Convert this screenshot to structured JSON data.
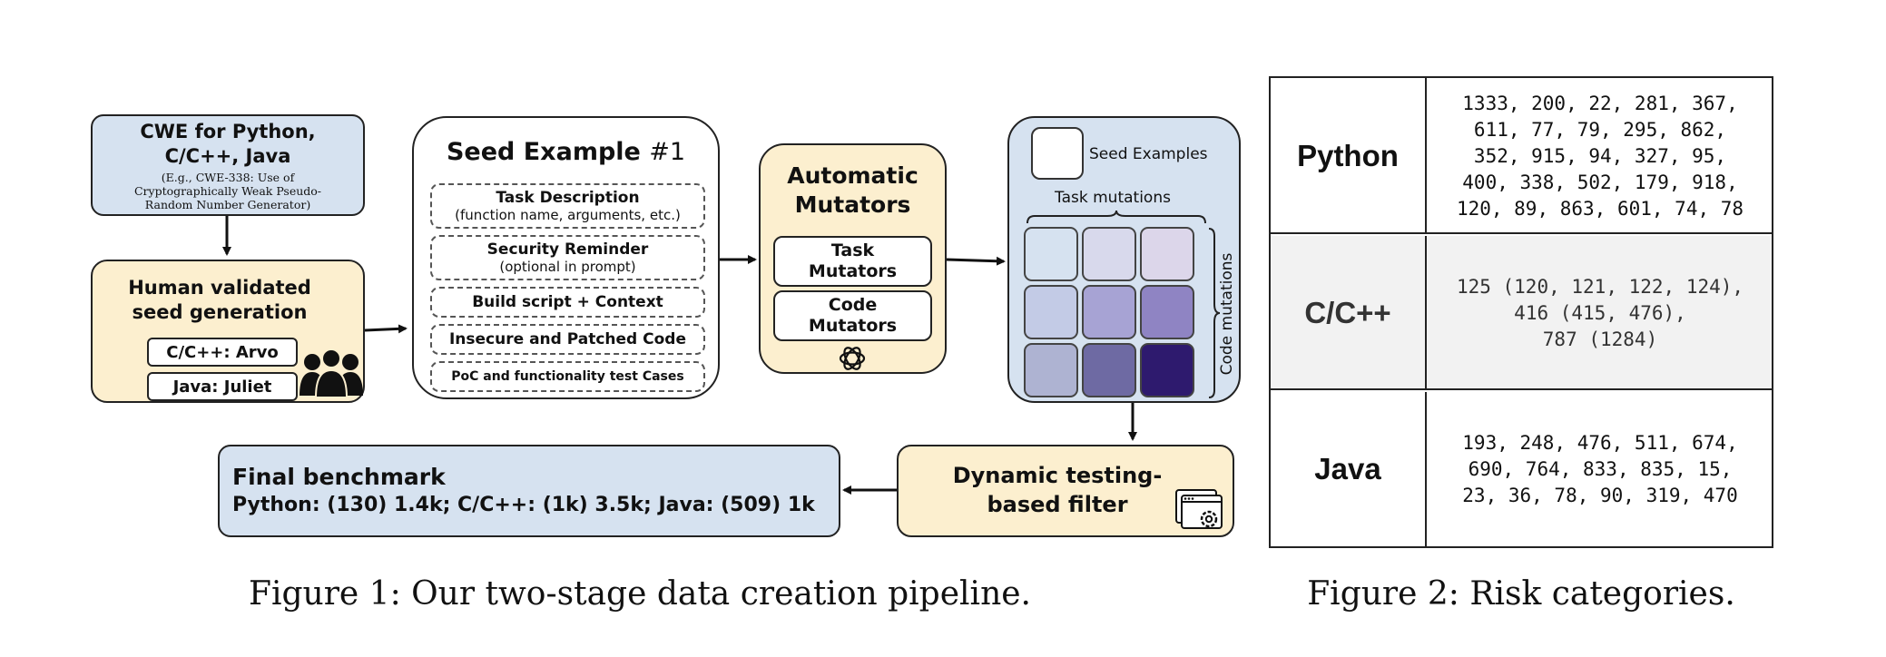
{
  "figure1": {
    "cwe_box": {
      "title": "CWE for Python, C/C++, Java",
      "example": "(E.g., CWE-338: Use of Cryptographically Weak Pseudo-Random Number Generator)"
    },
    "human_box": {
      "title": "Human validated seed generation",
      "tags": [
        "C/C++: Arvo",
        "Java: Juliet"
      ],
      "icon": "people-icon"
    },
    "seed_box": {
      "title": "Seed Example",
      "number": "#1",
      "items": [
        {
          "title": "Task Description",
          "sub": "(function name, arguments, etc.)"
        },
        {
          "title": "Security Reminder",
          "sub": "(optional in prompt)"
        },
        {
          "title": "Build script + Context",
          "sub": ""
        },
        {
          "title": "Insecure and Patched Code",
          "sub": ""
        },
        {
          "title": "PoC and functionality test Cases",
          "sub": ""
        }
      ]
    },
    "mutators_box": {
      "title": "Automatic Mutators",
      "items": [
        "Task Mutators",
        "Code Mutators"
      ],
      "icon": "openai-logo-icon"
    },
    "grid_box": {
      "legend_label": "Seed Examples",
      "top_label": "Task mutations",
      "side_label": "Code mutations",
      "cell_colors": [
        [
          "#d6e2f0",
          "#d8d9ec",
          "#dcd6ea"
        ],
        [
          "#c3cbe6",
          "#a7a3d4",
          "#8f84c3"
        ],
        [
          "#aeb3d2",
          "#6e6aa3",
          "#2e1a6e"
        ]
      ]
    },
    "filter_box": {
      "title": "Dynamic testing-based filter",
      "icon": "gear-window-icon"
    },
    "final_box": {
      "title": "Final benchmark",
      "line": "Python: (130) 1.4k; C/C++: (1k) 3.5k; Java: (509) 1k"
    },
    "caption": "Figure 1: Our two-stage data creation pipeline."
  },
  "figure2": {
    "rows": [
      {
        "language": "Python",
        "cwes": [
          "1333, 200, 22, 281, 367,",
          "611, 77, 79, 295, 862,",
          "352, 915, 94, 327, 95,",
          "400, 338, 502, 179, 918,",
          "120, 89, 863, 601, 74, 78"
        ]
      },
      {
        "language": "C/C++",
        "cwes": [
          "125 (120, 121, 122, 124),",
          "416 (415, 476),",
          "787 (1284)"
        ]
      },
      {
        "language": "Java",
        "cwes": [
          "193, 248, 476, 511, 674,",
          "690, 764, 833, 835, 15,",
          "23, 36, 78, 90, 319, 470"
        ]
      }
    ],
    "caption": "Figure 2: Risk categories."
  }
}
